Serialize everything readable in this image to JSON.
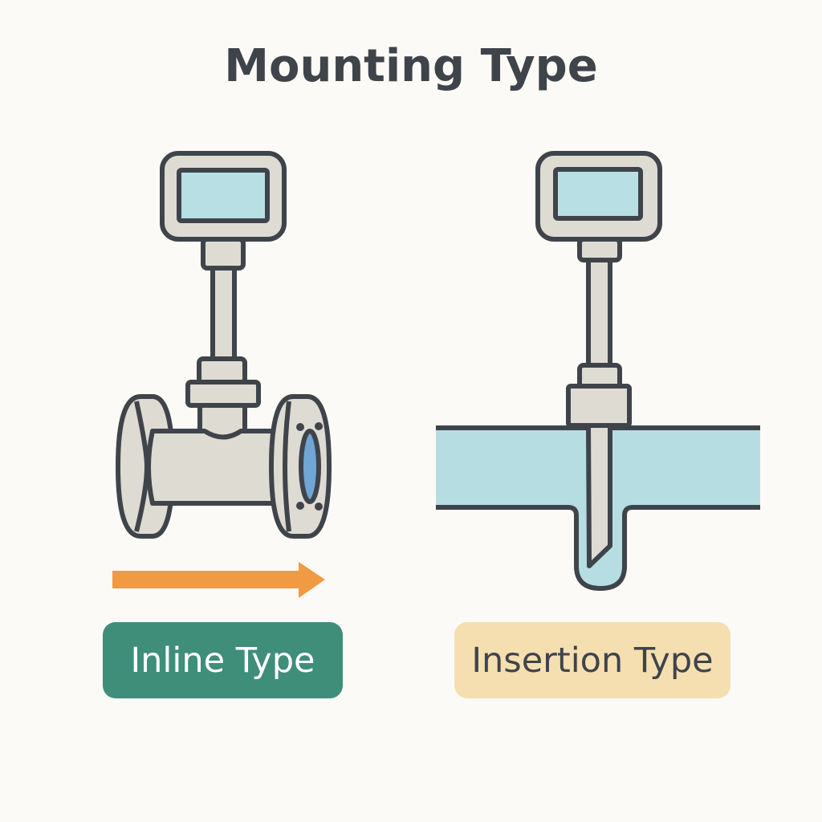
{
  "title": "Mounting Type",
  "inline": {
    "label": "Inline Type",
    "badge_color": "#3e8e7a",
    "text_color": "#ffffff"
  },
  "insertion": {
    "label": "Insertion Type",
    "badge_color": "#f5dfb0",
    "text_color": "#3f444b"
  },
  "colors": {
    "outline": "#3f444b",
    "metal": "#dedbd3",
    "screen": "#b8dfe4",
    "fluid": "#b6dde2",
    "arrow": "#f09a44",
    "port": "#6fa6d6"
  },
  "icons": [
    "inline-flowmeter-icon",
    "flow-direction-arrow-icon",
    "insertion-flowmeter-icon"
  ]
}
